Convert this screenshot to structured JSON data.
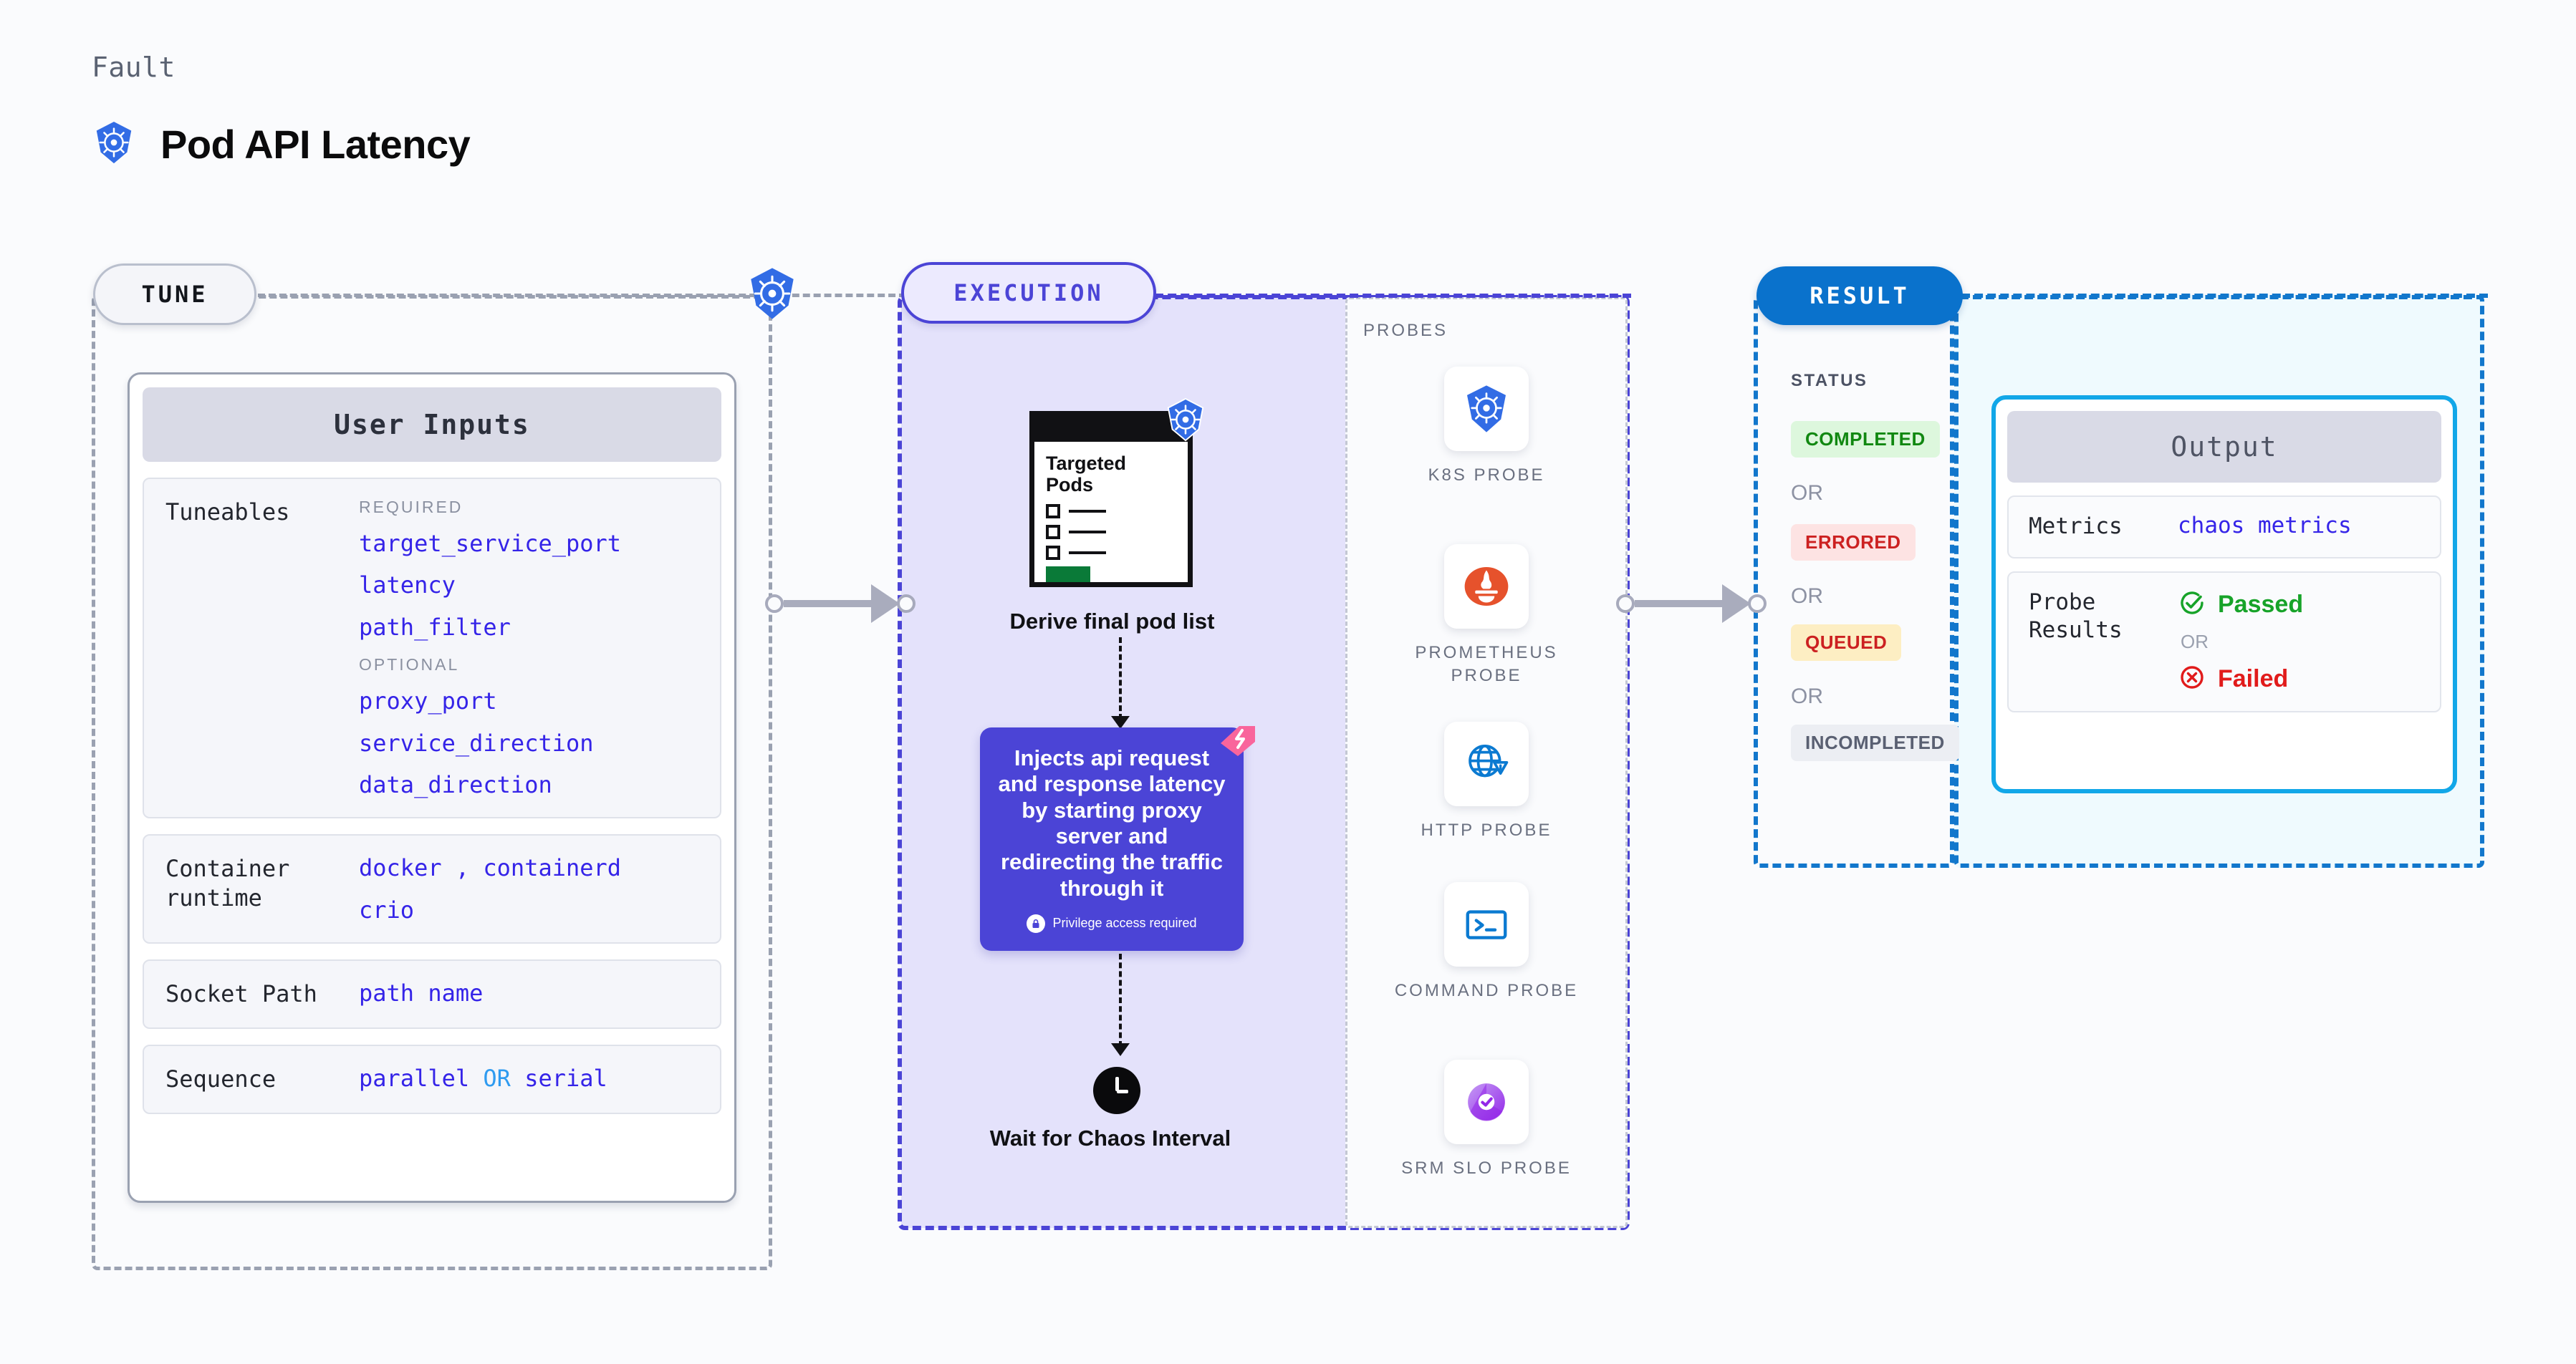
{
  "header": {
    "eyebrow": "Fault",
    "title": "Pod API Latency",
    "icon": "kubernetes-icon"
  },
  "lanes": {
    "tune": {
      "label": "TUNE"
    },
    "execution": {
      "label": "EXECUTION"
    },
    "result": {
      "label": "RESULT"
    }
  },
  "tune": {
    "card_title": "User Inputs",
    "sections": [
      {
        "label": "Tuneables",
        "groups": [
          {
            "heading": "REQUIRED",
            "items": [
              "target_service_port",
              "latency",
              "path_filter"
            ]
          },
          {
            "heading": "OPTIONAL",
            "items": [
              "proxy_port",
              "service_direction",
              "data_direction"
            ]
          }
        ]
      }
    ],
    "runtime": {
      "label": "Container runtime",
      "value_line1_a": "docker",
      "value_sep": ",",
      "value_line1_b": "containerd",
      "value_line2": "crio"
    },
    "socket": {
      "label": "Socket Path",
      "value": "path name"
    },
    "sequence": {
      "label": "Sequence",
      "value_a": "parallel",
      "or": "OR",
      "value_b": "serial"
    }
  },
  "execution": {
    "pods_card": {
      "title": "Targeted Pods",
      "icon": "kubernetes-icon"
    },
    "derive_label": "Derive final pod list",
    "inject": {
      "text": "Injects api request and response latency by starting proxy server and redirecting the traffic through it",
      "privilege_note": "Privilege access required",
      "badge_icon": "litmus-chaos-icon",
      "lock_icon": "lock-icon",
      "bg_color": "#4b44d6"
    },
    "wait": {
      "label": "Wait for Chaos Interval",
      "icon": "clock-icon"
    }
  },
  "probes": {
    "title": "PROBES",
    "items": [
      {
        "name": "K8S PROBE",
        "icon": "kubernetes-icon"
      },
      {
        "name": "PROMETHEUS PROBE",
        "icon": "prometheus-icon"
      },
      {
        "name": "HTTP PROBE",
        "icon": "globe-warning-icon"
      },
      {
        "name": "COMMAND PROBE",
        "icon": "terminal-icon"
      },
      {
        "name": "SRM SLO PROBE",
        "icon": "srm-slo-icon"
      }
    ]
  },
  "result": {
    "status_title": "STATUS",
    "or_label": "OR",
    "statuses": [
      {
        "label": "COMPLETED",
        "bg": "#ddf7dd",
        "fg": "#118811"
      },
      {
        "label": "ERRORED",
        "bg": "#fde3e3",
        "fg": "#cc2121"
      },
      {
        "label": "QUEUED",
        "bg": "#fdeec3",
        "fg": "#cc2121"
      },
      {
        "label": "INCOMPLETED",
        "bg": "#eceef3",
        "fg": "#5a6072"
      }
    ]
  },
  "output": {
    "card_title": "Output",
    "metrics": {
      "label": "Metrics",
      "value": "chaos metrics"
    },
    "probe_results": {
      "label": "Probe Results",
      "passed": "Passed",
      "or": "OR",
      "failed": "Failed",
      "passed_icon": "check-circle-icon",
      "failed_icon": "x-circle-icon"
    }
  },
  "colors": {
    "tune_border": "#9aa1b1",
    "exec_border": "#4b44d6",
    "result_border": "#1277cc",
    "accent_blue": "#3524e8",
    "k8s_blue": "#326ce5"
  }
}
